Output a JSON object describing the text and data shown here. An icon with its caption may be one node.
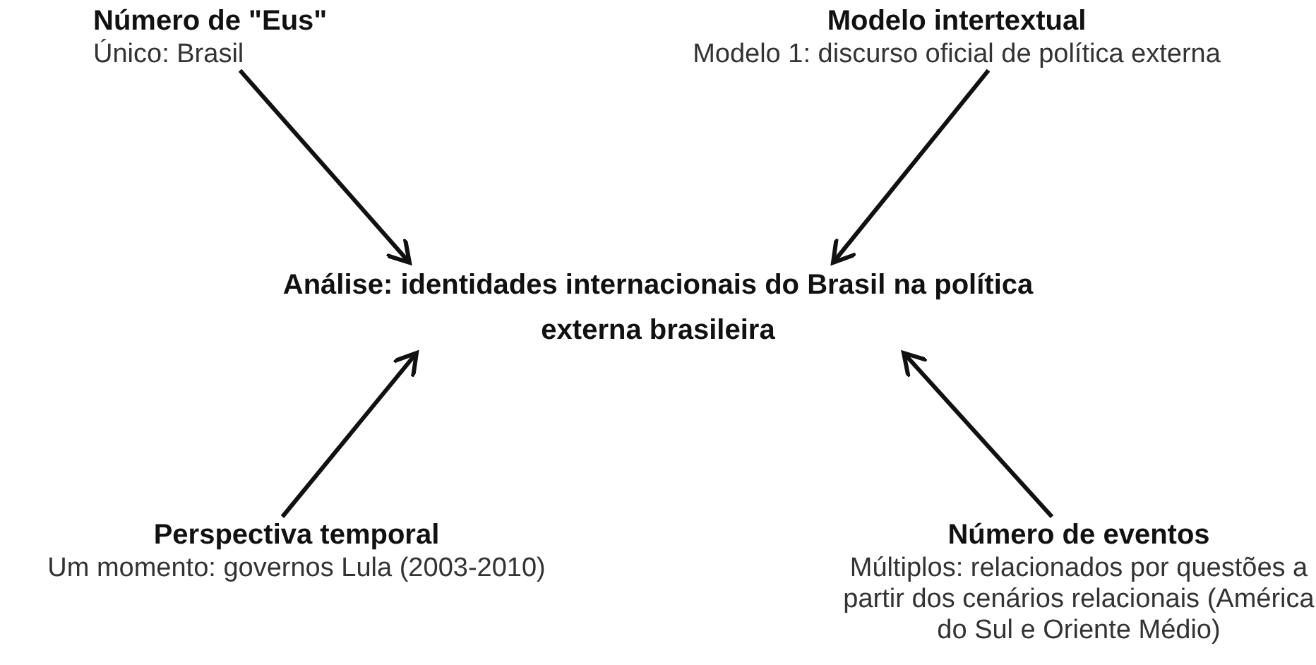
{
  "diagram": {
    "nodes": [
      {
        "text": [
          "Número de \"Eus\"",
          "Único: Brasil"
        ]
      },
      {
        "text": [
          "Modelo intertextual",
          "Modelo 1: discurso oficial de política externa"
        ]
      },
      {
        "text": [
          "Análise: identidades internacionais do Brasil na política externa brasileira"
        ]
      },
      {
        "text": [
          "Perspectiva temporal",
          "Um momento: governos Lula (2003-2010)"
        ]
      },
      {
        "text": [
          "Número de eventos",
          "Múltiplos: relacionados por questões a partir dos cenários relacionais (América do Sul e Oriente Médio)"
        ]
      }
    ],
    "edges": [
      {
        "from": 0,
        "to": 2,
        "arrow": "to"
      },
      {
        "from": 1,
        "to": 2,
        "arrow": "to"
      },
      {
        "from": 3,
        "to": 2,
        "arrow": "to"
      },
      {
        "from": 4,
        "to": 2,
        "arrow": "to"
      }
    ]
  }
}
